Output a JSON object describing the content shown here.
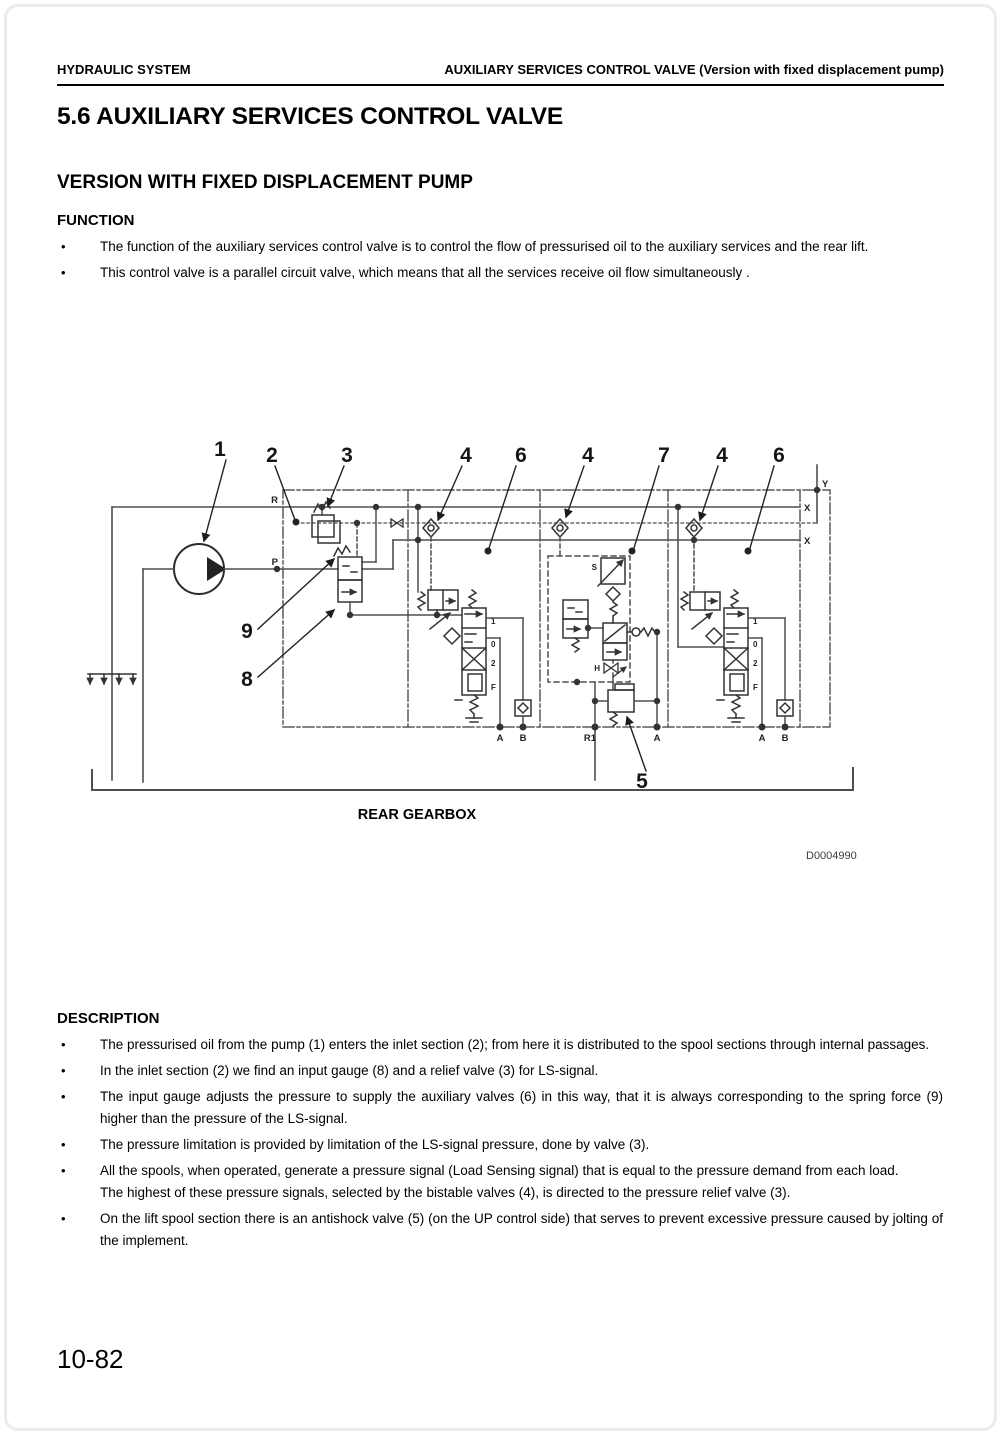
{
  "header": {
    "left": "HYDRAULIC SYSTEM",
    "right": "AUXILIARY SERVICES CONTROL VALVE (Version with fixed displacement pump)"
  },
  "title": "5.6 AUXILIARY SERVICES CONTROL VALVE",
  "subtitle": "VERSION WITH FIXED DISPLACEMENT PUMP",
  "bullet_glyph": "•",
  "function_section": {
    "heading": "FUNCTION",
    "bullets": [
      {
        "text": "The function of the auxiliary services control valve is to control the flow of pressurised oil to the auxiliary services and the rear lift."
      },
      {
        "text": "This control valve is a parallel circuit valve, which means that all the services receive oil flow simultaneously ."
      }
    ]
  },
  "diagram": {
    "caption": "REAR GEARBOX",
    "code": "D0004990",
    "callouts": {
      "pump": "1",
      "inlet_section": "2",
      "relief_valve": "3",
      "bistable_a": "4",
      "spool_section_a": "6",
      "bistable_b": "4",
      "lift_section": "7",
      "bistable_c": "4",
      "spool_section_b": "6",
      "spring": "9",
      "input_gauge": "8",
      "antishock_valve": "5"
    },
    "ports": {
      "r": "R",
      "p": "P",
      "y": "Y",
      "x_top": "X",
      "x_mid": "X",
      "r1": "R1",
      "a": "A",
      "b": "B"
    },
    "spool_positions": {
      "p1": "1",
      "p0": "0",
      "p2": "2",
      "pf": "F"
    },
    "valve_letters": {
      "s": "S",
      "h": "H"
    }
  },
  "description_section": {
    "heading": "DESCRIPTION",
    "bullets": [
      {
        "text": "The pressurised oil from the pump (1) enters the inlet section (2); from here it is distributed to the spool sections through internal passages."
      },
      {
        "text": "In the inlet section (2) we find an input gauge (8) and a relief valve (3) for LS-signal."
      },
      {
        "text": "The input gauge adjusts the pressure to supply the auxiliary valves (6) in this way, that it is always corresponding to the spring force (9) higher than the pressure of the LS-signal."
      },
      {
        "text": "The pressure limitation is provided by limitation of the LS-signal pressure, done by valve (3)."
      },
      {
        "text": "All the spools, when operated, generate a pressure signal (Load Sensing signal) that is equal to the pressure demand from each load.",
        "extra": "The highest of these pressure signals, selected by the bistable valves (4), is directed to the pressure relief valve (3)."
      },
      {
        "text": "On the lift spool section there is an antishock valve (5) (on the UP control side) that serves to prevent excessive pressure caused by jolting of the implement."
      }
    ]
  },
  "page_number": "10-82"
}
